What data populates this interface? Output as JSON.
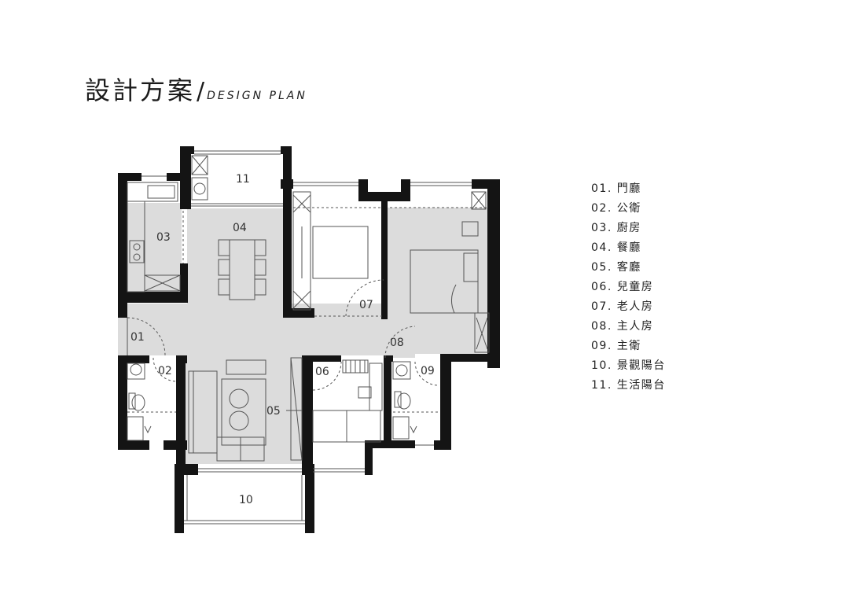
{
  "header": {
    "title_zh": "設計方案",
    "slash": "/",
    "title_en": "DESIGN PLAN"
  },
  "plan": {
    "room_numbers": [
      "01",
      "02",
      "03",
      "04",
      "05",
      "06",
      "07",
      "08",
      "09",
      "10",
      "11"
    ]
  },
  "legend": {
    "items": [
      {
        "code": "01.",
        "name": "門廳"
      },
      {
        "code": "02.",
        "name": "公衛"
      },
      {
        "code": "03.",
        "name": "廚房"
      },
      {
        "code": "04.",
        "name": "餐廳"
      },
      {
        "code": "05.",
        "name": "客廳"
      },
      {
        "code": "06.",
        "name": "兒童房"
      },
      {
        "code": "07.",
        "name": "老人房"
      },
      {
        "code": "08.",
        "name": "主人房"
      },
      {
        "code": "09.",
        "name": "主衛"
      },
      {
        "code": "10.",
        "name": "景觀陽台"
      },
      {
        "code": "11.",
        "name": "生活陽台"
      }
    ]
  },
  "colors": {
    "wall": "#141414",
    "floor": "#dcdcdc",
    "line": "#555555"
  }
}
